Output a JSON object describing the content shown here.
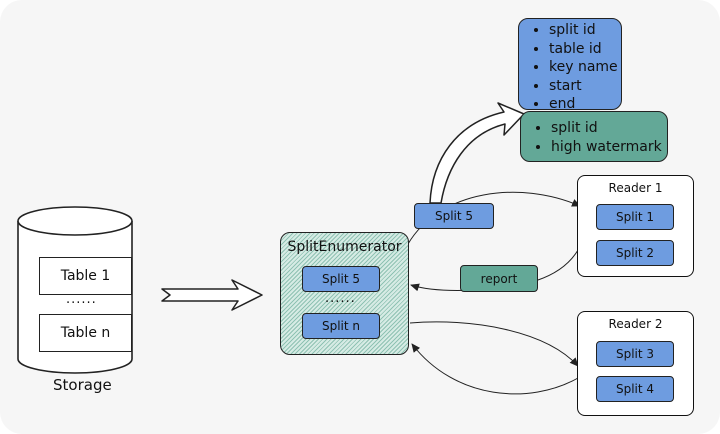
{
  "metadata_box": {
    "items": [
      "split id",
      "table id",
      "key name",
      "start",
      "end"
    ],
    "color": "#6e9ce0"
  },
  "watermark_box": {
    "items": [
      "split id",
      "high watermark"
    ],
    "color": "#63a897"
  },
  "storage": {
    "label": "Storage",
    "tables": [
      "Table 1",
      "Table n"
    ],
    "ellipsis": "......"
  },
  "enumerator": {
    "title": "SplitEnumerator",
    "splits": [
      "Split 5",
      "Split n"
    ],
    "ellipsis": "......"
  },
  "in_flight_split": "Split 5",
  "report_label": "report",
  "readers": [
    {
      "title": "Reader 1",
      "splits": [
        "Split 1",
        "Split 2"
      ]
    },
    {
      "title": "Reader 2",
      "splits": [
        "Split 3",
        "Split 4"
      ]
    }
  ],
  "colors": {
    "split_blue": "#6e9ce0",
    "report_green": "#63a897",
    "enumerator_hatch": "#8fc2b3"
  }
}
